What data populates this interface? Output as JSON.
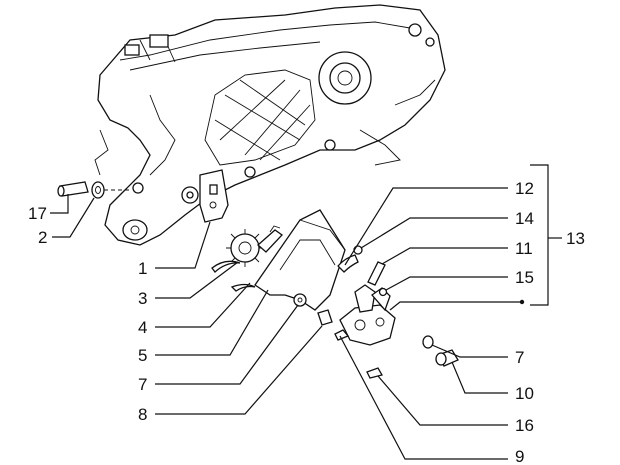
{
  "diagram": {
    "callouts": [
      "17",
      "2",
      "1",
      "3",
      "4",
      "5",
      "7",
      "8",
      "12",
      "14",
      "11",
      "15",
      "13",
      "7",
      "10",
      "16",
      "9"
    ]
  }
}
